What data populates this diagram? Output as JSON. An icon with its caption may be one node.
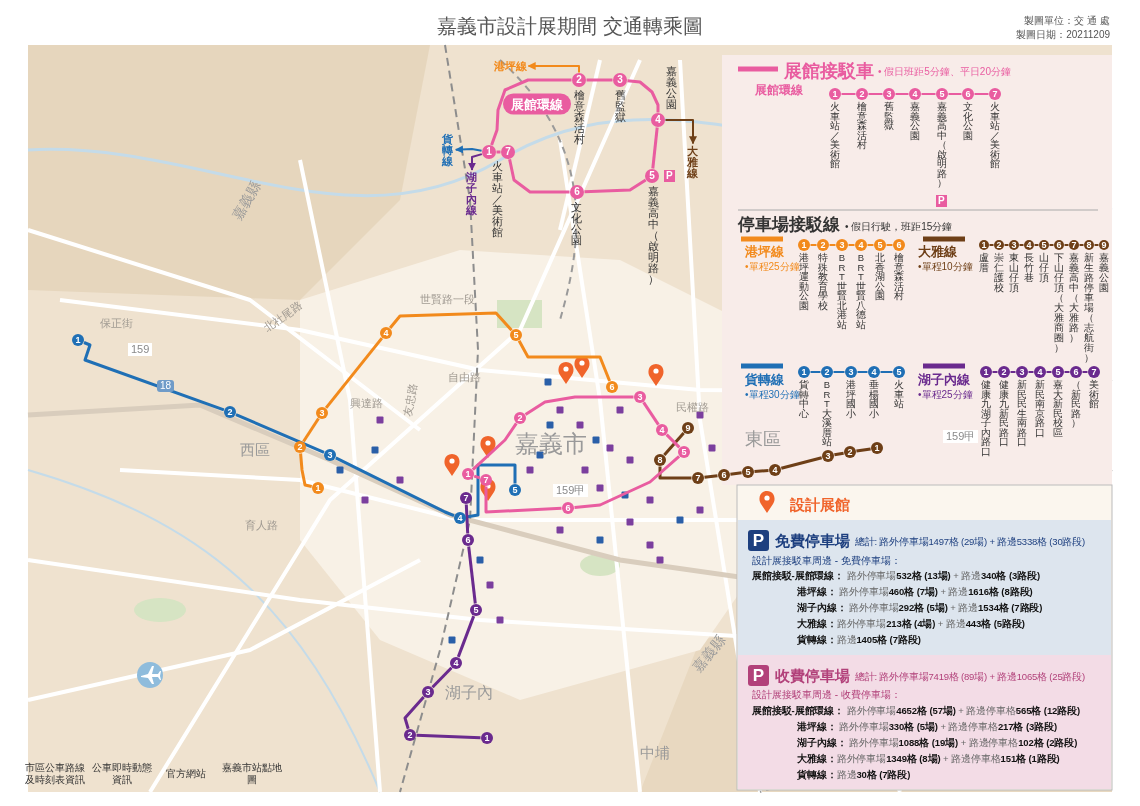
{
  "diagram": {
    "title": "嘉義市設計展期間  交通轉乘圖",
    "nodes": [
      {
        "text": [
          "展館環線"
        ]
      },
      {
        "text": [
          "1"
        ],
        "beside": [
          "火車站／美術館"
        ]
      },
      {
        "text": [
          "2"
        ],
        "beside": [
          "檜意森活村"
        ]
      },
      {
        "text": [
          "3"
        ],
        "beside": [
          "舊監獄"
        ]
      },
      {
        "text": [
          "4"
        ],
        "beside": [
          "嘉義公園"
        ]
      },
      {
        "text": [
          "5"
        ],
        "beside": [
          "嘉義高中（啟明路）"
        ]
      },
      {
        "text": [
          "6"
        ],
        "beside": [
          "文化公園"
        ]
      },
      {
        "text": [
          "7"
        ]
      },
      {
        "text": [
          "港坪線"
        ]
      },
      {
        "text": [
          "大雅線"
        ]
      },
      {
        "text": [
          "貨轉線"
        ]
      },
      {
        "text": [
          "湖子內線"
        ]
      },
      {
        "text": [
          "1"
        ],
        "beside": [
          "火車站／美術館"
        ]
      },
      {
        "text": [
          "2"
        ],
        "beside": [
          "檜意森活村"
        ]
      },
      {
        "text": [
          "3"
        ],
        "beside": [
          "舊監獄"
        ]
      },
      {
        "text": [
          "4"
        ],
        "beside": [
          "嘉義公園"
        ]
      },
      {
        "text": [
          "5"
        ],
        "beside": [
          "嘉義高中（啟明路）"
        ]
      },
      {
        "text": [
          "6"
        ],
        "beside": [
          "文化公園"
        ]
      },
      {
        "text": [
          "7"
        ],
        "beside": [
          "火車站／美術館"
        ]
      },
      {
        "text": [
          "1"
        ],
        "beside": [
          "港坪運動公園"
        ]
      },
      {
        "text": [
          "2"
        ],
        "beside": [
          "特殊教育學校"
        ]
      },
      {
        "text": [
          "3"
        ],
        "beside": [
          "BRT世賢北港站"
        ]
      },
      {
        "text": [
          "4"
        ],
        "beside": [
          "BRT世賢八德站"
        ]
      },
      {
        "text": [
          "5"
        ],
        "beside": [
          "北香湖公園"
        ]
      },
      {
        "text": [
          "6"
        ],
        "beside": [
          "檜意森活村"
        ]
      },
      {
        "text": [
          "1"
        ],
        "beside": [
          "盧厝"
        ]
      },
      {
        "text": [
          "2"
        ],
        "beside": [
          "崇仁護校"
        ]
      },
      {
        "text": [
          "3"
        ],
        "beside": [
          "東山仔頂"
        ]
      },
      {
        "text": [
          "4"
        ],
        "beside": [
          "長竹巷"
        ]
      },
      {
        "text": [
          "5"
        ],
        "beside": [
          "山仔頂"
        ]
      },
      {
        "text": [
          "6"
        ],
        "beside": [
          "下山仔頂（大雅商圈）"
        ]
      },
      {
        "text": [
          "7"
        ],
        "beside": [
          "嘉義高中（大雅路）"
        ]
      },
      {
        "text": [
          "8"
        ],
        "beside": [
          "新生路停車場（志航街）"
        ]
      },
      {
        "text": [
          "9"
        ],
        "beside": [
          "嘉義公園"
        ]
      },
      {
        "text": [
          "1"
        ],
        "beside": [
          "貨轉中心"
        ]
      },
      {
        "text": [
          "2"
        ],
        "beside": [
          "BRT大溪厝站"
        ]
      },
      {
        "text": [
          "3"
        ],
        "beside": [
          "港坪國小"
        ]
      },
      {
        "text": [
          "4"
        ],
        "beside": [
          "垂楊國小"
        ]
      },
      {
        "text": [
          "5"
        ],
        "beside": [
          "火車站"
        ]
      },
      {
        "text": [
          "1"
        ],
        "beside": [
          "健康九湖子內路口"
        ]
      },
      {
        "text": [
          "2"
        ],
        "beside": [
          "健康九新民路口"
        ]
      },
      {
        "text": [
          "3"
        ],
        "beside": [
          "新民民生南路口"
        ]
      },
      {
        "text": [
          "4"
        ],
        "beside": [
          "新民南京路口"
        ]
      },
      {
        "text": [
          "5"
        ],
        "beside": [
          "嘉大新民校區"
        ]
      },
      {
        "text": [
          "6"
        ],
        "beside": [
          "（新民路）"
        ]
      },
      {
        "text": [
          "7"
        ],
        "beside": [
          "美術館"
        ]
      },
      {
        "text": [
          "1"
        ]
      },
      {
        "text": [
          "2"
        ]
      },
      {
        "text": [
          "3"
        ]
      },
      {
        "text": [
          "4"
        ]
      },
      {
        "text": [
          "5"
        ]
      },
      {
        "text": [
          "6"
        ]
      },
      {
        "text": [
          "1"
        ]
      },
      {
        "text": [
          "2"
        ]
      },
      {
        "text": [
          "3"
        ]
      },
      {
        "text": [
          "4"
        ]
      },
      {
        "text": [
          "5"
        ]
      },
      {
        "text": [
          "1"
        ]
      },
      {
        "text": [
          "2"
        ]
      },
      {
        "text": [
          "3"
        ]
      },
      {
        "text": [
          "4"
        ]
      },
      {
        "text": [
          "5"
        ]
      },
      {
        "text": [
          "6"
        ]
      },
      {
        "text": [
          "7"
        ]
      },
      {
        "text": [
          "1"
        ]
      },
      {
        "text": [
          "2"
        ]
      },
      {
        "text": [
          "3"
        ]
      },
      {
        "text": [
          "4"
        ]
      },
      {
        "text": [
          "5"
        ]
      },
      {
        "text": [
          "6"
        ]
      },
      {
        "text": [
          "7"
        ]
      },
      {
        "text": [
          "8"
        ]
      },
      {
        "text": [
          "9"
        ]
      },
      {
        "text": [
          "1"
        ]
      },
      {
        "text": [
          "2"
        ]
      },
      {
        "text": [
          "3"
        ]
      },
      {
        "text": [
          "4"
        ]
      },
      {
        "text": [
          "5"
        ]
      },
      {
        "text": [
          "6"
        ]
      },
      {
        "text": [
          "7"
        ]
      }
    ],
    "edges": [
      {
        "from": 1,
        "to": 2,
        "arrow": "none",
        "color": "#e95ca0"
      },
      {
        "from": 2,
        "to": 3,
        "arrow": "none",
        "color": "#e95ca0"
      },
      {
        "from": 3,
        "to": 4,
        "arrow": "none",
        "color": "#e95ca0"
      },
      {
        "from": 4,
        "to": 5,
        "arrow": "none",
        "color": "#e95ca0"
      },
      {
        "from": 5,
        "to": 6,
        "arrow": "none",
        "color": "#e95ca0"
      },
      {
        "from": 6,
        "to": 7,
        "arrow": "none",
        "color": "#e95ca0"
      },
      {
        "from": 7,
        "to": 1,
        "arrow": "none",
        "color": "#e95ca0"
      },
      {
        "from": 2,
        "to": 8,
        "arrow": "to",
        "color": "#f28a1c"
      },
      {
        "from": 4,
        "to": 9,
        "arrow": "to",
        "color": "#6e3f17"
      },
      {
        "from": 1,
        "to": 10,
        "arrow": "to",
        "color": "#1f6fb5"
      },
      {
        "from": 1,
        "to": 11,
        "arrow": "to",
        "color": "#6a2a8e"
      },
      {
        "from": 12,
        "to": 13,
        "arrow": "none",
        "color": "#e95ca0"
      },
      {
        "from": 13,
        "to": 14,
        "arrow": "none",
        "color": "#e95ca0"
      },
      {
        "from": 14,
        "to": 15,
        "arrow": "none",
        "color": "#e95ca0"
      },
      {
        "from": 15,
        "to": 16,
        "arrow": "none",
        "color": "#e95ca0"
      },
      {
        "from": 16,
        "to": 17,
        "arrow": "none",
        "color": "#e95ca0"
      },
      {
        "from": 17,
        "to": 18,
        "arrow": "none",
        "color": "#e95ca0"
      },
      {
        "from": 19,
        "to": 20,
        "arrow": "none",
        "color": "#f28a1c"
      },
      {
        "from": 20,
        "to": 21,
        "arrow": "none",
        "color": "#f28a1c"
      },
      {
        "from": 21,
        "to": 22,
        "arrow": "none",
        "color": "#f28a1c"
      },
      {
        "from": 22,
        "to": 23,
        "arrow": "none",
        "color": "#f28a1c"
      },
      {
        "from": 23,
        "to": 24,
        "arrow": "none",
        "color": "#f28a1c"
      },
      {
        "from": 25,
        "to": 26,
        "arrow": "none",
        "color": "#6e3f17"
      },
      {
        "from": 26,
        "to": 27,
        "arrow": "none",
        "color": "#6e3f17"
      },
      {
        "from": 27,
        "to": 28,
        "arrow": "none",
        "color": "#6e3f17"
      },
      {
        "from": 28,
        "to": 29,
        "arrow": "none",
        "color": "#6e3f17"
      },
      {
        "from": 29,
        "to": 30,
        "arrow": "none",
        "color": "#6e3f17"
      },
      {
        "from": 30,
        "to": 31,
        "arrow": "none",
        "color": "#6e3f17"
      },
      {
        "from": 31,
        "to": 32,
        "arrow": "none",
        "color": "#6e3f17"
      },
      {
        "from": 32,
        "to": 33,
        "arrow": "none",
        "color": "#6e3f17"
      },
      {
        "from": 34,
        "to": 35,
        "arrow": "none",
        "color": "#1f6fb5"
      },
      {
        "from": 35,
        "to": 36,
        "arrow": "none",
        "color": "#1f6fb5"
      },
      {
        "from": 36,
        "to": 37,
        "arrow": "none",
        "color": "#1f6fb5"
      },
      {
        "from": 37,
        "to": 38,
        "arrow": "none",
        "color": "#1f6fb5"
      },
      {
        "from": 39,
        "to": 40,
        "arrow": "none",
        "color": "#6a2a8e"
      },
      {
        "from": 40,
        "to": 41,
        "arrow": "none",
        "color": "#6a2a8e"
      },
      {
        "from": 41,
        "to": 42,
        "arrow": "none",
        "color": "#6a2a8e"
      },
      {
        "from": 42,
        "to": 43,
        "arrow": "none",
        "color": "#6a2a8e"
      },
      {
        "from": 43,
        "to": 44,
        "arrow": "none",
        "color": "#6a2a8e"
      },
      {
        "from": 44,
        "to": 45,
        "arrow": "none",
        "color": "#6a2a8e"
      },
      {
        "from": 46,
        "to": 47,
        "arrow": "none",
        "color": "#f28a1c"
      },
      {
        "from": 47,
        "to": 48,
        "arrow": "none",
        "color": "#f28a1c"
      },
      {
        "from": 48,
        "to": 49,
        "arrow": "none",
        "color": "#f28a1c"
      },
      {
        "from": 49,
        "to": 50,
        "arrow": "none",
        "color": "#f28a1c"
      },
      {
        "from": 50,
        "to": 51,
        "arrow": "none",
        "color": "#f28a1c"
      },
      {
        "from": 52,
        "to": 53,
        "arrow": "none",
        "color": "#1f6fb5"
      },
      {
        "from": 53,
        "to": 54,
        "arrow": "none",
        "color": "#1f6fb5"
      },
      {
        "from": 54,
        "to": 55,
        "arrow": "none",
        "color": "#1f6fb5"
      },
      {
        "from": 55,
        "to": 56,
        "arrow": "none",
        "color": "#1f6fb5"
      },
      {
        "from": 57,
        "to": 58,
        "arrow": "none",
        "color": "#6a2a8e"
      },
      {
        "from": 58,
        "to": 59,
        "arrow": "none",
        "color": "#6a2a8e"
      },
      {
        "from": 59,
        "to": 60,
        "arrow": "none",
        "color": "#6a2a8e"
      },
      {
        "from": 60,
        "to": 61,
        "arrow": "none",
        "color": "#6a2a8e"
      },
      {
        "from": 61,
        "to": 62,
        "arrow": "none",
        "color": "#6a2a8e"
      },
      {
        "from": 62,
        "to": 63,
        "arrow": "none",
        "color": "#6a2a8e"
      },
      {
        "from": 64,
        "to": 65,
        "arrow": "none",
        "color": "#6e3f17"
      },
      {
        "from": 65,
        "to": 66,
        "arrow": "none",
        "color": "#6e3f17"
      },
      {
        "from": 66,
        "to": 67,
        "arrow": "none",
        "color": "#6e3f17"
      },
      {
        "from": 67,
        "to": 68,
        "arrow": "none",
        "color": "#6e3f17"
      },
      {
        "from": 68,
        "to": 69,
        "arrow": "none",
        "color": "#6e3f17"
      },
      {
        "from": 69,
        "to": 70,
        "arrow": "none",
        "color": "#6e3f17"
      },
      {
        "from": 70,
        "to": 71,
        "arrow": "none",
        "color": "#6e3f17"
      },
      {
        "from": 71,
        "to": 72,
        "arrow": "none",
        "color": "#6e3f17"
      },
      {
        "from": 73,
        "to": 74,
        "arrow": "none",
        "color": "#e95ca0"
      },
      {
        "from": 74,
        "to": 75,
        "arrow": "none",
        "color": "#e95ca0"
      },
      {
        "from": 75,
        "to": 76,
        "arrow": "none",
        "color": "#e95ca0"
      },
      {
        "from": 76,
        "to": 77,
        "arrow": "none",
        "color": "#e95ca0"
      },
      {
        "from": 77,
        "to": 78,
        "arrow": "none",
        "color": "#e95ca0"
      },
      {
        "from": 78,
        "to": 79,
        "arrow": "none",
        "color": "#e95ca0"
      },
      {
        "from": 79,
        "to": 73,
        "arrow": "none",
        "color": "#e95ca0"
      }
    ],
    "labels": [
      "製圖單位：交 通 處",
      "製圖日期：20211209",
      "展館接駁車",
      "• 假日班距5分鐘、平日20分鐘",
      "展館環線",
      "P",
      "停車場接駁線",
      "• 假日行駛，班距15分鐘",
      "港坪線",
      "•單程25分鐘",
      "大雅線",
      "•單程10分鐘",
      "貨轉線",
      "•單程30分鐘",
      "湖子內線",
      "•單程25分鐘",
      "P",
      "嘉義市",
      "西區",
      "東區",
      "湖子內",
      "中埔",
      "保正街",
      "北社尾路",
      "世賢路一段",
      "興達路",
      "自由路",
      "友忠路",
      "民權路",
      "育人路",
      "159",
      "18",
      "159甲",
      "159甲",
      "嘉義縣",
      "嘉義縣",
      "設計展館",
      "P",
      "免費停車場",
      "總計: 路外停車場1497格 (29場) + 路邊5338格 (30路段)",
      "設計展接駁車周邊 - 免費停車場：",
      "**展館接駁-展館環線：** 路外停車場**532格 (13場)** + 路邊**340格 (3路段)**",
      "**港坪線：** 路外停車場**460格 (7場)** + 路邊**1616格 (8路段)**",
      "**湖子內線：** 路外停車場**292格 (5場)** + 路邊**1534格 (7路段)**",
      "**大雅線：**路外停車場**213格 (4場)** + 路邊**443格 (5路段)**",
      "**貨轉線：**路邊**1405格 (7路段)**",
      "P",
      "收費停車場",
      "總計: 路外停車場7419格 (89場) + 路邊1065格 (25路段)",
      "設計展接駁車周邊 - 收費停車場：",
      "**展館接駁-展館環線：** 路外停車場**4652格 (57場)** + 路邊停車格**565格 (12路段)**",
      "**港坪線：** 路外停車場**330格 (5場)** + 路邊停車格**217格 (3路段)**",
      "**湖子內線：** 路外停車場**1088格 (19場)** + 路邊停車格**102格 (2路段)**",
      "**大雅線：**路外停車場**1349格 (8場)** + 路邊停車格**151格 (1路段)**",
      "**貨轉線：**路邊**30格 (7路段)**",
      "市區公車路線及時刻表資訊",
      "公車即時動態資訊",
      "官方網站",
      "嘉義市站點地圖"
    ]
  }
}
